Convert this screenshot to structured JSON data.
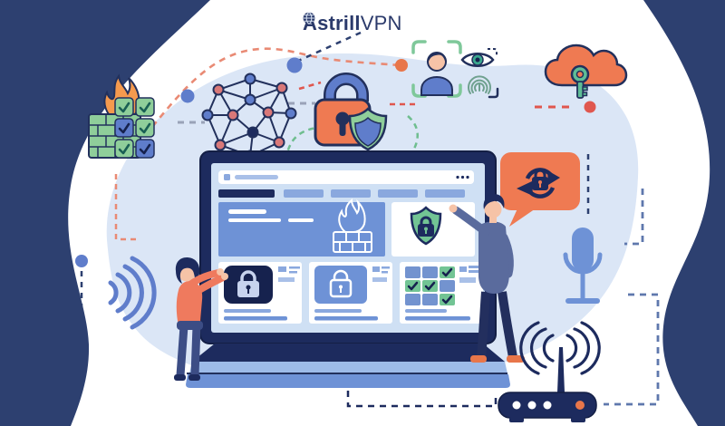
{
  "brand": {
    "logo_bold": "Astrill",
    "logo_light": "VPN",
    "logo_mark": "globe-icon",
    "logo_color": "#2b3a6b"
  },
  "palette": {
    "side_wave_navy": "#2d4070",
    "deep_navy": "#1d2b5e",
    "outline_navy": "#22305c",
    "blob_light_blue": "#dbe6f6",
    "screen_blue": "#cfe0f4",
    "ui_blue": "#6e92d6",
    "bar_blue": "#8aa8de",
    "coral_orange": "#ef7a52",
    "flame_orange": "#f59a4e",
    "alert_red": "#e0574e",
    "brick_green": "#8fce9a",
    "shield_green": "#72c494",
    "key_green": "#5fbd96",
    "node_blue": "#5f7dcb",
    "node_red": "#d97878",
    "skin": "#f6c3a7",
    "white": "#ffffff"
  },
  "scene": {
    "description": "VPN security concept illustration",
    "elements": [
      "firewall-icon",
      "checklist-tiles",
      "network-mesh-icon",
      "padlock-icon",
      "shield-icon",
      "face-scan-icon",
      "eye-icon",
      "fingerprint-icon",
      "cloud-key-icon",
      "speech-refresh-lock-icon",
      "laptop",
      "browser-url-bar",
      "browser-nav-bars",
      "hero-banner",
      "hero-firewall-icon",
      "shield-card",
      "dark-lock-card",
      "blue-lock-card",
      "checklist-card",
      "woman-figure",
      "man-figure",
      "microphone-icon",
      "wifi-waves-icon",
      "router-icon",
      "dashed-connectors"
    ]
  }
}
